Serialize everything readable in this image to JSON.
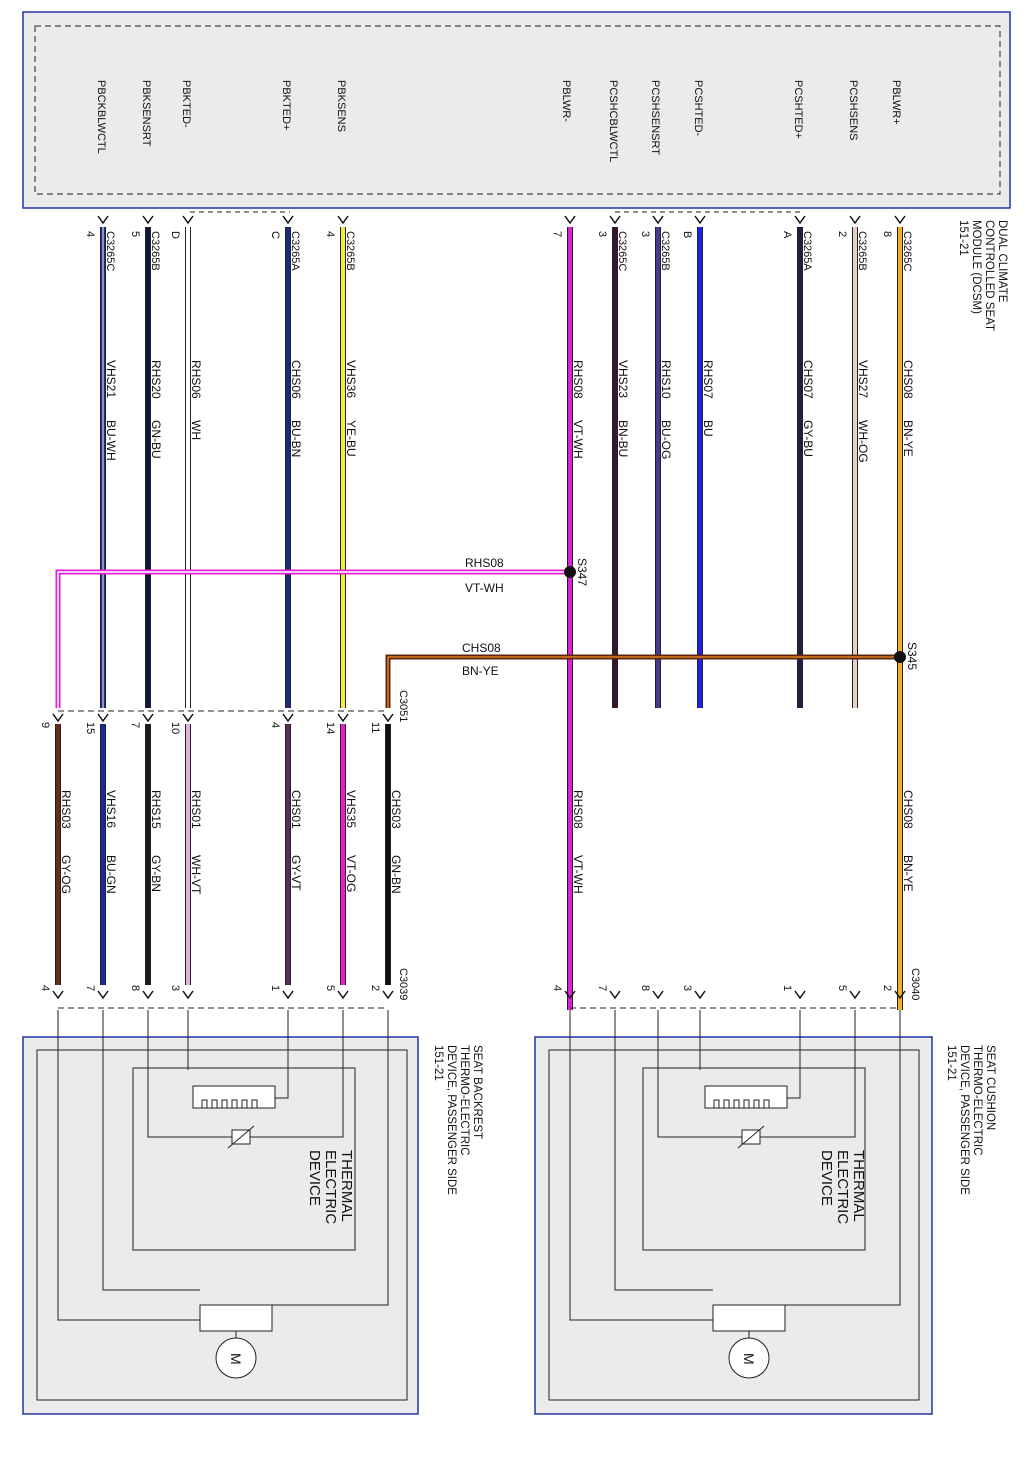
{
  "module": {
    "title_lines": [
      "DUAL CLIMATE",
      "CONTROLLED SEAT",
      "MODULE (DCSM)",
      "151-21"
    ],
    "pins": [
      "PBCKBLWCTL",
      "PBKSENSRT",
      "PBKTED-",
      "PBKTED+",
      "PBKSENS",
      "PBLWR-",
      "PCSHCBLWCTL",
      "PCSHSENSRT",
      "PCSHTED-",
      "PCSHTED+",
      "PCSHSENS",
      "PBLWR+"
    ]
  },
  "wires_upper": [
    {
      "pin": "4",
      "connector": "C3265C",
      "circuit": "VHS21",
      "color": "BU-WH",
      "stroke": "#1a2a9a",
      "stripe": "#ffffff"
    },
    {
      "pin": "5",
      "connector": "C3265B",
      "circuit": "RHS20",
      "color": "GN-BU",
      "stroke": "#101838",
      "stripe": ""
    },
    {
      "pin": "D",
      "connector": "",
      "circuit": "RHS06",
      "color": "WH",
      "stroke": "#ffffff",
      "stripe": ""
    },
    {
      "pin": "C",
      "connector": "C3265A",
      "circuit": "CHS06",
      "color": "BU-BN",
      "stroke": "#1a2a80",
      "stripe": ""
    },
    {
      "pin": "4",
      "connector": "C3265B",
      "circuit": "VHS36",
      "color": "YE-BU",
      "stroke": "#f2ec3a",
      "stripe": ""
    },
    {
      "pin": "7",
      "connector": "",
      "circuit": "RHS08",
      "color": "VT-WH",
      "stroke": "#e020d8",
      "stripe": ""
    },
    {
      "pin": "3",
      "connector": "C3265C",
      "circuit": "VHS23",
      "color": "BN-BU",
      "stroke": "#3a1430",
      "stripe": ""
    },
    {
      "pin": "3",
      "connector": "C3265B",
      "circuit": "RHS10",
      "color": "BU-OG",
      "stroke": "#4a3a8a",
      "stripe": ""
    },
    {
      "pin": "B",
      "connector": "",
      "circuit": "RHS07",
      "color": "BU",
      "stroke": "#1e22e6",
      "stripe": ""
    },
    {
      "pin": "A",
      "connector": "C3265A",
      "circuit": "CHS07",
      "color": "GY-BU",
      "stroke": "#1a2048",
      "stripe": ""
    },
    {
      "pin": "2",
      "connector": "C3265B",
      "circuit": "VHS27",
      "color": "WH-OG",
      "stroke": "#e8d0c4",
      "stripe": ""
    },
    {
      "pin": "8",
      "connector": "C3265C",
      "circuit": "CHS08",
      "color": "BN-YE",
      "stroke": "#f4b020",
      "stripe": ""
    }
  ],
  "splices": [
    {
      "id": "S347",
      "circuit": "RHS08",
      "color": "VT-WH"
    },
    {
      "id": "S345",
      "circuit": "CHS08",
      "color": "BN-YE"
    }
  ],
  "connector_mid": {
    "id": "C3051"
  },
  "wires_lower_left": [
    {
      "pin_top": "9",
      "pin_bottom": "4",
      "circuit": "RHS03",
      "color": "GY-OG",
      "stroke": "#6b2a1a"
    },
    {
      "pin_top": "15",
      "pin_bottom": "7",
      "circuit": "VHS16",
      "color": "BU-GN",
      "stroke": "#1a2a9a"
    },
    {
      "pin_top": "7",
      "pin_bottom": "8",
      "circuit": "RHS15",
      "color": "GY-BN",
      "stroke": "#1a1a20"
    },
    {
      "pin_top": "10",
      "pin_bottom": "3",
      "circuit": "RHS01",
      "color": "WH-VT",
      "stroke": "#e4b0e0"
    },
    {
      "pin_top": "4",
      "pin_bottom": "1",
      "circuit": "CHS01",
      "color": "GY-VT",
      "stroke": "#5a2a5a"
    },
    {
      "pin_top": "14",
      "pin_bottom": "5",
      "circuit": "VHS35",
      "color": "VT-OG",
      "stroke": "#e81cd0"
    },
    {
      "pin_top": "11",
      "pin_bottom": "2",
      "circuit": "CHS03",
      "color": "GN-BN",
      "stroke": "#101010"
    }
  ],
  "wires_lower_right": [
    {
      "pin_bottom": "4",
      "circuit": "RHS08",
      "color": "VT-WH"
    },
    {
      "pin_bottom": "7"
    },
    {
      "pin_bottom": "8"
    },
    {
      "pin_bottom": "3"
    },
    {
      "pin_bottom": "1"
    },
    {
      "pin_bottom": "5"
    },
    {
      "pin_bottom": "2",
      "circuit": "CHS08",
      "color": "BN-YE"
    }
  ],
  "connectors_bottom": {
    "left": "C3039",
    "right": "C3040"
  },
  "devices": {
    "left_title_lines": [
      "SEAT BACKREST",
      "THERMO-ELECTRIC",
      "DEVICE, PASSENGER SIDE",
      "151-21"
    ],
    "right_title_lines": [
      "SEAT CUSHION",
      "THERMO-ELECTRIC",
      "DEVICE, PASSENGER SIDE",
      "151-21"
    ],
    "ted_label_lines": [
      "THERMAL",
      "ELECTRIC",
      "DEVICE"
    ],
    "motor_label": "M"
  }
}
